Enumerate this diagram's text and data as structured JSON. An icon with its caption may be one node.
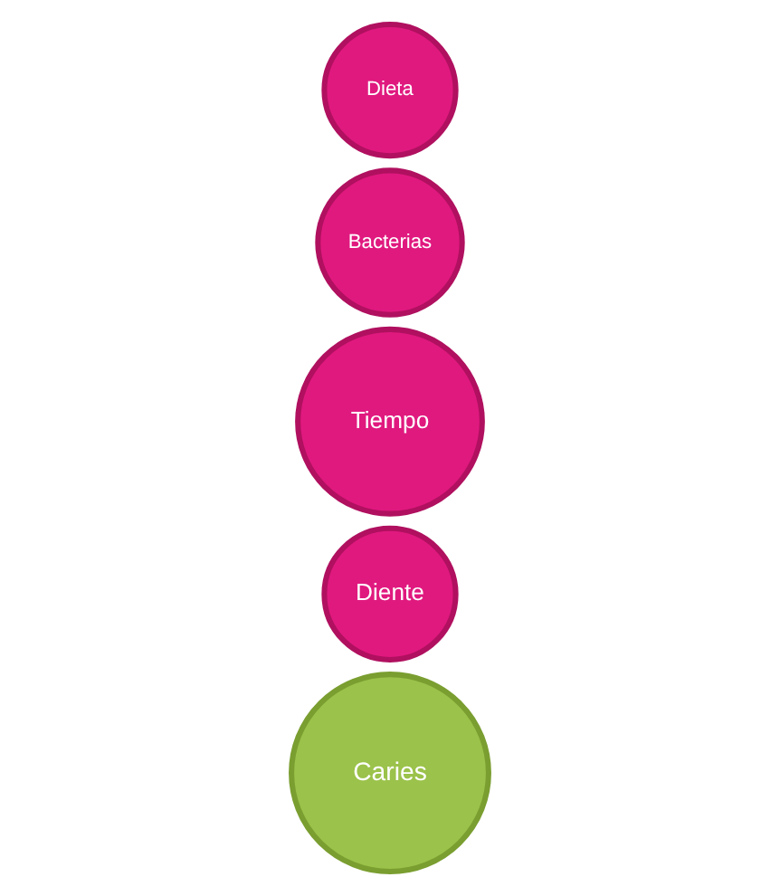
{
  "diagram": {
    "nodes": [
      {
        "text": [
          "Dieta"
        ]
      },
      {
        "text": [
          "Bacterias"
        ]
      },
      {
        "text": [
          "Tiempo"
        ]
      },
      {
        "text": [
          "Diente"
        ]
      },
      {
        "text": [
          "Caries"
        ]
      }
    ],
    "edges": []
  }
}
